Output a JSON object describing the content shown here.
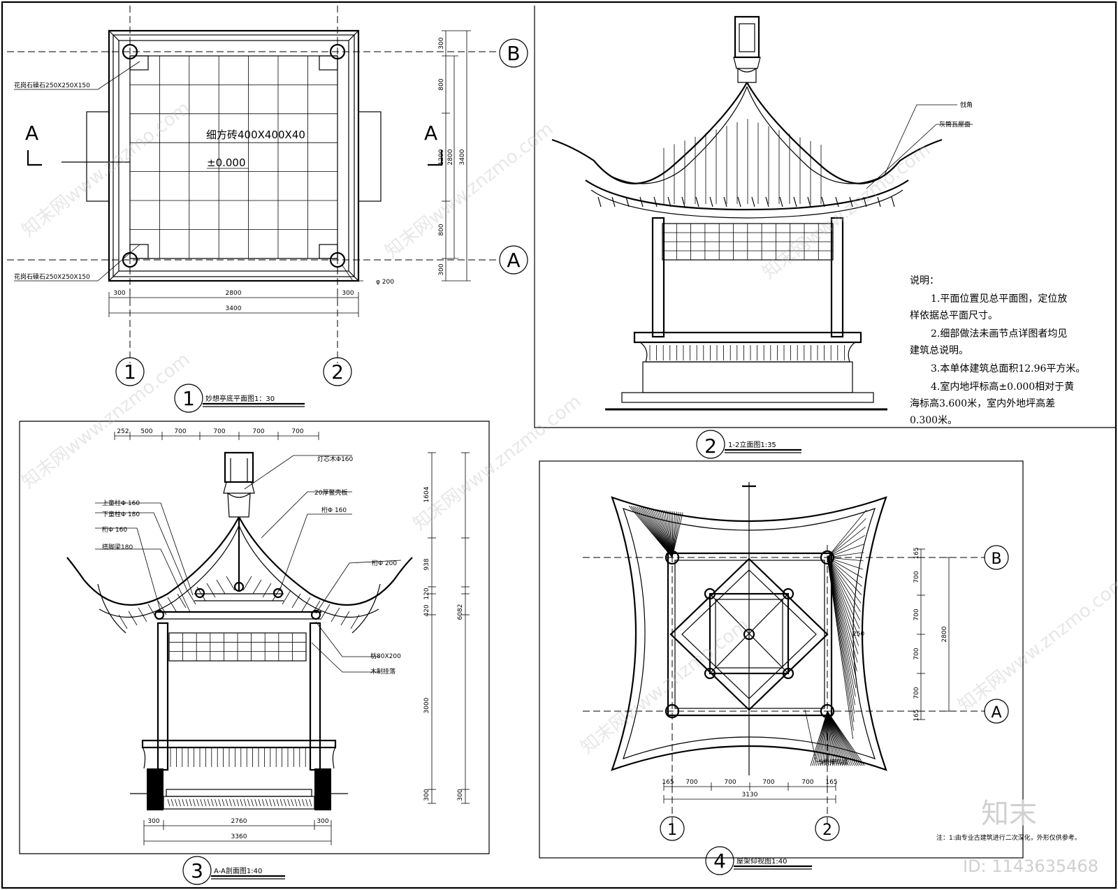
{
  "plan": {
    "title": "妙想亭底平面图1：30",
    "number": "1",
    "floor_label": "细方砖400X400X40",
    "elevation": "±0.000",
    "stone_top": "花岗石磉石250X250X150",
    "stone_bottom": "花岗石磉石250X250X150",
    "col_dia": "φ 200",
    "section_mark": "A",
    "axis_b": "B",
    "axis_a": "A",
    "axis_1": "1",
    "axis_2": "2",
    "dim_bottom": [
      "300",
      "2800",
      "300"
    ],
    "dim_total": "3400",
    "dim_right": [
      "300",
      "800",
      "1200",
      "800",
      "300"
    ],
    "dim_right_sub": "2800",
    "dim_right_total": "3400"
  },
  "elevation": {
    "title": "1-2立面图1:35",
    "number": "2",
    "label_corner": "戗角",
    "label_roof": "灰筒瓦屋面"
  },
  "notes": {
    "heading": "说明：",
    "lines": [
      "1.平面位置见总平面图，定位放",
      "样依据总平面尺寸。",
      "2.细部做法未画节点详图者均见",
      "建筑总说明。",
      "3.本单体建筑总面积12.96平方米。",
      "4.室内地坪标高±0.000相对于黄",
      "海标高3.600米，室内外地坪高差",
      "0.300米。"
    ]
  },
  "section": {
    "title": "A-A剖面图1:40",
    "number": "3",
    "dim_top": [
      "252",
      "500",
      "700",
      "700",
      "700",
      "700"
    ],
    "labels": {
      "lamp_core": "灯芯木Φ160",
      "board": "20厚鳖壳板",
      "purlin_top": "桁Φ 160",
      "upper_post": "上童柱Φ 160",
      "lower_post": "下童柱Φ 180",
      "purlin_left": "桁Φ 160",
      "beam": "搭脚梁180",
      "purlin_right": "桁Φ 200",
      "fang": "枋80X200",
      "hanging": "木制挂落"
    },
    "dim_right": [
      "1604",
      "938",
      "120",
      "420",
      "3000",
      "300"
    ],
    "dim_right_total": "6082",
    "dim_right_low": "300",
    "dim_bottom": [
      "300",
      "2760",
      "300"
    ],
    "dim_total": "3360"
  },
  "roof_plan": {
    "title": "屋架仰视图1:40",
    "number": "4",
    "dim_right": [
      "165",
      "700",
      "700",
      "700",
      "700",
      "165"
    ],
    "dim_right_total": "2800",
    "dim_250": "250",
    "dim_bottom": [
      "165",
      "700",
      "700",
      "700",
      "700",
      "165"
    ],
    "dim_total": "3130",
    "rafter": "5根摔网椽",
    "axis_b": "B",
    "axis_a": "A",
    "axis_1": "1",
    "axis_2": "2",
    "note": "注：1:由专业古建筑进行二次深化，外形仅供参考。"
  },
  "watermark": "知末网www.znzmo.com",
  "brand": "知末",
  "id_label": "ID: 1143635468"
}
